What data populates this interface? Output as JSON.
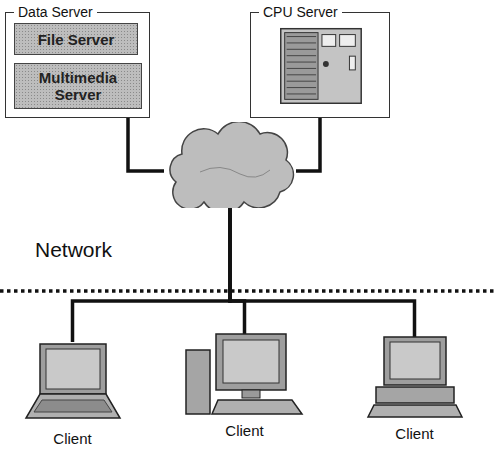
{
  "diagram": {
    "nodes": [
      {
        "text": [
          "Data Server"
        ]
      },
      {
        "text": [
          "File Server"
        ],
        "in": 0
      },
      {
        "text": [
          "Multimedia Server"
        ],
        "in": 0
      },
      {
        "text": [
          "CPU Server"
        ]
      },
      {
        "text": [
          "Network"
        ]
      },
      {
        "text": [
          "Client"
        ]
      },
      {
        "text": [
          "Client"
        ]
      },
      {
        "text": [
          "Client"
        ]
      }
    ],
    "edges": [
      {
        "from": 0,
        "to": 4,
        "arrow": "none"
      },
      {
        "from": 3,
        "to": 4,
        "arrow": "none"
      },
      {
        "from": 4,
        "to": 5,
        "arrow": "none"
      },
      {
        "from": 4,
        "to": 6,
        "arrow": "none"
      },
      {
        "from": 4,
        "to": 7,
        "arrow": "none"
      }
    ]
  }
}
